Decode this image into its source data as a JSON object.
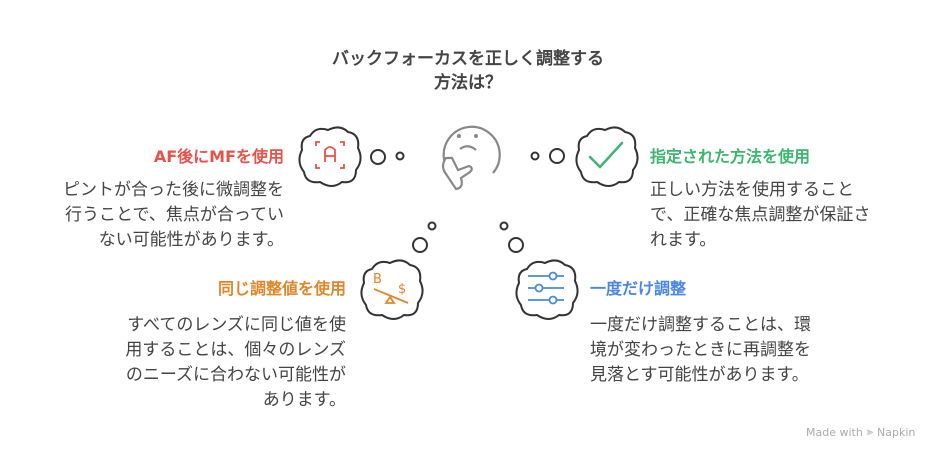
{
  "title": {
    "line1": "バックフォーカスを正しく調整する",
    "line2": "方法は？"
  },
  "items": [
    {
      "heading": "AF後にMFを使用",
      "color": "#e5534b",
      "icon": "autofocus-icon",
      "lines": [
        "ピントが合った後に微調整を",
        "行うことで、焦点が合ってい",
        "ない可能性があります。"
      ]
    },
    {
      "heading": "指定された方法を使用",
      "color": "#3bb56f",
      "icon": "checkmark-icon",
      "lines": [
        "正しい方法を使用すること",
        "で、正確な焦点調整が保証さ",
        "れます。"
      ]
    },
    {
      "heading": "同じ調整値を使用",
      "color": "#e0862b",
      "icon": "bitcoin-dollar-balance-icon",
      "lines": [
        "すべてのレンズに同じ値を使",
        "用することは、個々のレンズ",
        "のニーズに合わない可能性が",
        "あります。"
      ]
    },
    {
      "heading": "一度だけ調整",
      "color": "#4a86e8",
      "icon": "sliders-icon",
      "lines": [
        "一度だけ調整することは、環",
        "境が変わったときに再調整を",
        "見落とす可能性があります。"
      ]
    }
  ],
  "footer": {
    "label": "Made with",
    "brand": "Napkin"
  }
}
